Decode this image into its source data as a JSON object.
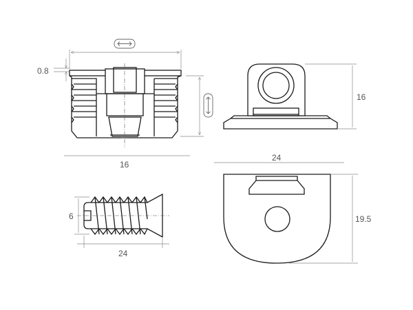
{
  "dimensions": {
    "cam_thickness": "0.8",
    "cam_width": "16",
    "clip_height": "16",
    "clip_width": "24",
    "clip_depth": "19.5",
    "screw_diameter": "6",
    "screw_length": "24"
  },
  "icons": {
    "horizontal": "horizontal-arrows-icon",
    "vertical": "vertical-arrows-icon"
  }
}
